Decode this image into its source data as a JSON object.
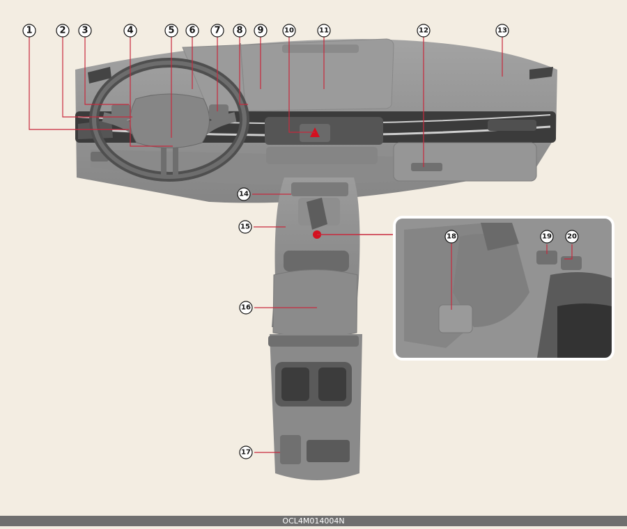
{
  "callouts": [
    "1",
    "2",
    "3",
    "4",
    "5",
    "6",
    "7",
    "8",
    "9",
    "10",
    "11",
    "12",
    "13",
    "14",
    "15",
    "16",
    "17",
    "18",
    "19",
    "20"
  ],
  "figure_code": "OCL4M014004N",
  "colors": {
    "background": "#f3ede2",
    "interior": "#8f8f8f",
    "callout_line": "#c8283c",
    "marker": "#d4101f",
    "footer": "#6f6f6f"
  }
}
